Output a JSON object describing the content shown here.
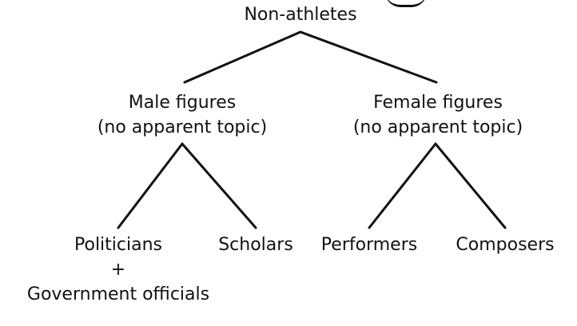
{
  "diagram": {
    "root": {
      "label": "Non-athletes"
    },
    "male_branch": {
      "line1": "Male figures",
      "line2": "(no apparent topic)"
    },
    "female_branch": {
      "line1": "Female figures",
      "line2": "(no apparent topic)"
    },
    "leaves": {
      "politicians": {
        "line1": "Politicians",
        "line2": "+",
        "line3": "Government officials"
      },
      "scholars": {
        "label": "Scholars"
      },
      "performers": {
        "label": "Performers"
      },
      "composers": {
        "label": "Composers"
      }
    }
  }
}
